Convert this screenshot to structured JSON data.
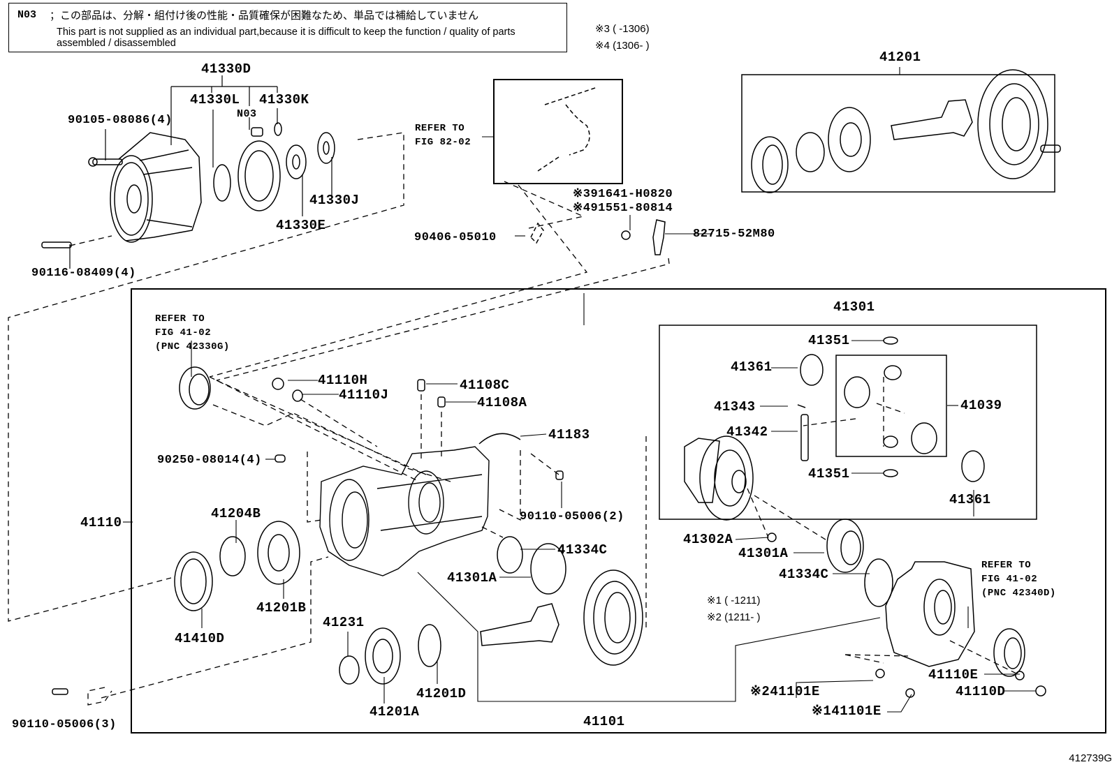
{
  "note": {
    "code": "N03",
    "japanese": "；この部品は、分解・組付け後の性能・品質確保が困難なため、単品では補給していません",
    "english": "This part is not supplied as an individual part,because it is difficult to keep the function / quality of parts assembled / disassembled"
  },
  "date_codes": {
    "c3": "※3 (    -1306)",
    "c4": "※4 (1306-    )",
    "c1": "※1 (    -1211)",
    "c2": "※2 (1211-    )"
  },
  "figure_id": "412739G",
  "labels": {
    "p41330D": "41330D",
    "p41330L": "41330L",
    "p41330K": "41330K",
    "n03": "N03",
    "p90105": "90105-08086(4)",
    "p41330J": "41330J",
    "p41330E": "41330E",
    "p90116": "90116-08409(4)",
    "refer8202": "REFER TO\nFIG 82-02",
    "p90406": "90406-05010",
    "p91641": "※391641-H0820",
    "p91551": "※491551-80814",
    "p82715": "82715-52M80",
    "p41201": "41201",
    "refer4102a": "REFER TO\nFIG 41-02\n(PNC 42330G)",
    "p41110H": "41110H",
    "p41110J": "41110J",
    "p41108C": "41108C",
    "p41108A": "41108A",
    "p41183": "41183",
    "p90250": "90250-08014(4)",
    "p90110_2": "90110-05006(2)",
    "p41110": "41110",
    "p41204B": "41204B",
    "p41201B": "41201B",
    "p41410D": "41410D",
    "p41334C_l": "41334C",
    "p41301A_l": "41301A",
    "p41231": "41231",
    "p41201A": "41201A",
    "p41201D": "41201D",
    "p90110_3": "90110-05006(3)",
    "p41101": "41101",
    "p41301": "41301",
    "p41351_t": "41351",
    "p41361_l": "41361",
    "p41343": "41343",
    "p41342": "41342",
    "p41039": "41039",
    "p41351_b": "41351",
    "p41361_r": "41361",
    "p41302A": "41302A",
    "p41301A_r": "41301A",
    "p41334C_r": "41334C",
    "refer4102b": "REFER TO\nFIG 41-02\n(PNC 42340D)",
    "p41101E_2": "※241101E",
    "p41101E_1": "※141101E",
    "p41110E": "41110E",
    "p41110D": "41110D"
  }
}
